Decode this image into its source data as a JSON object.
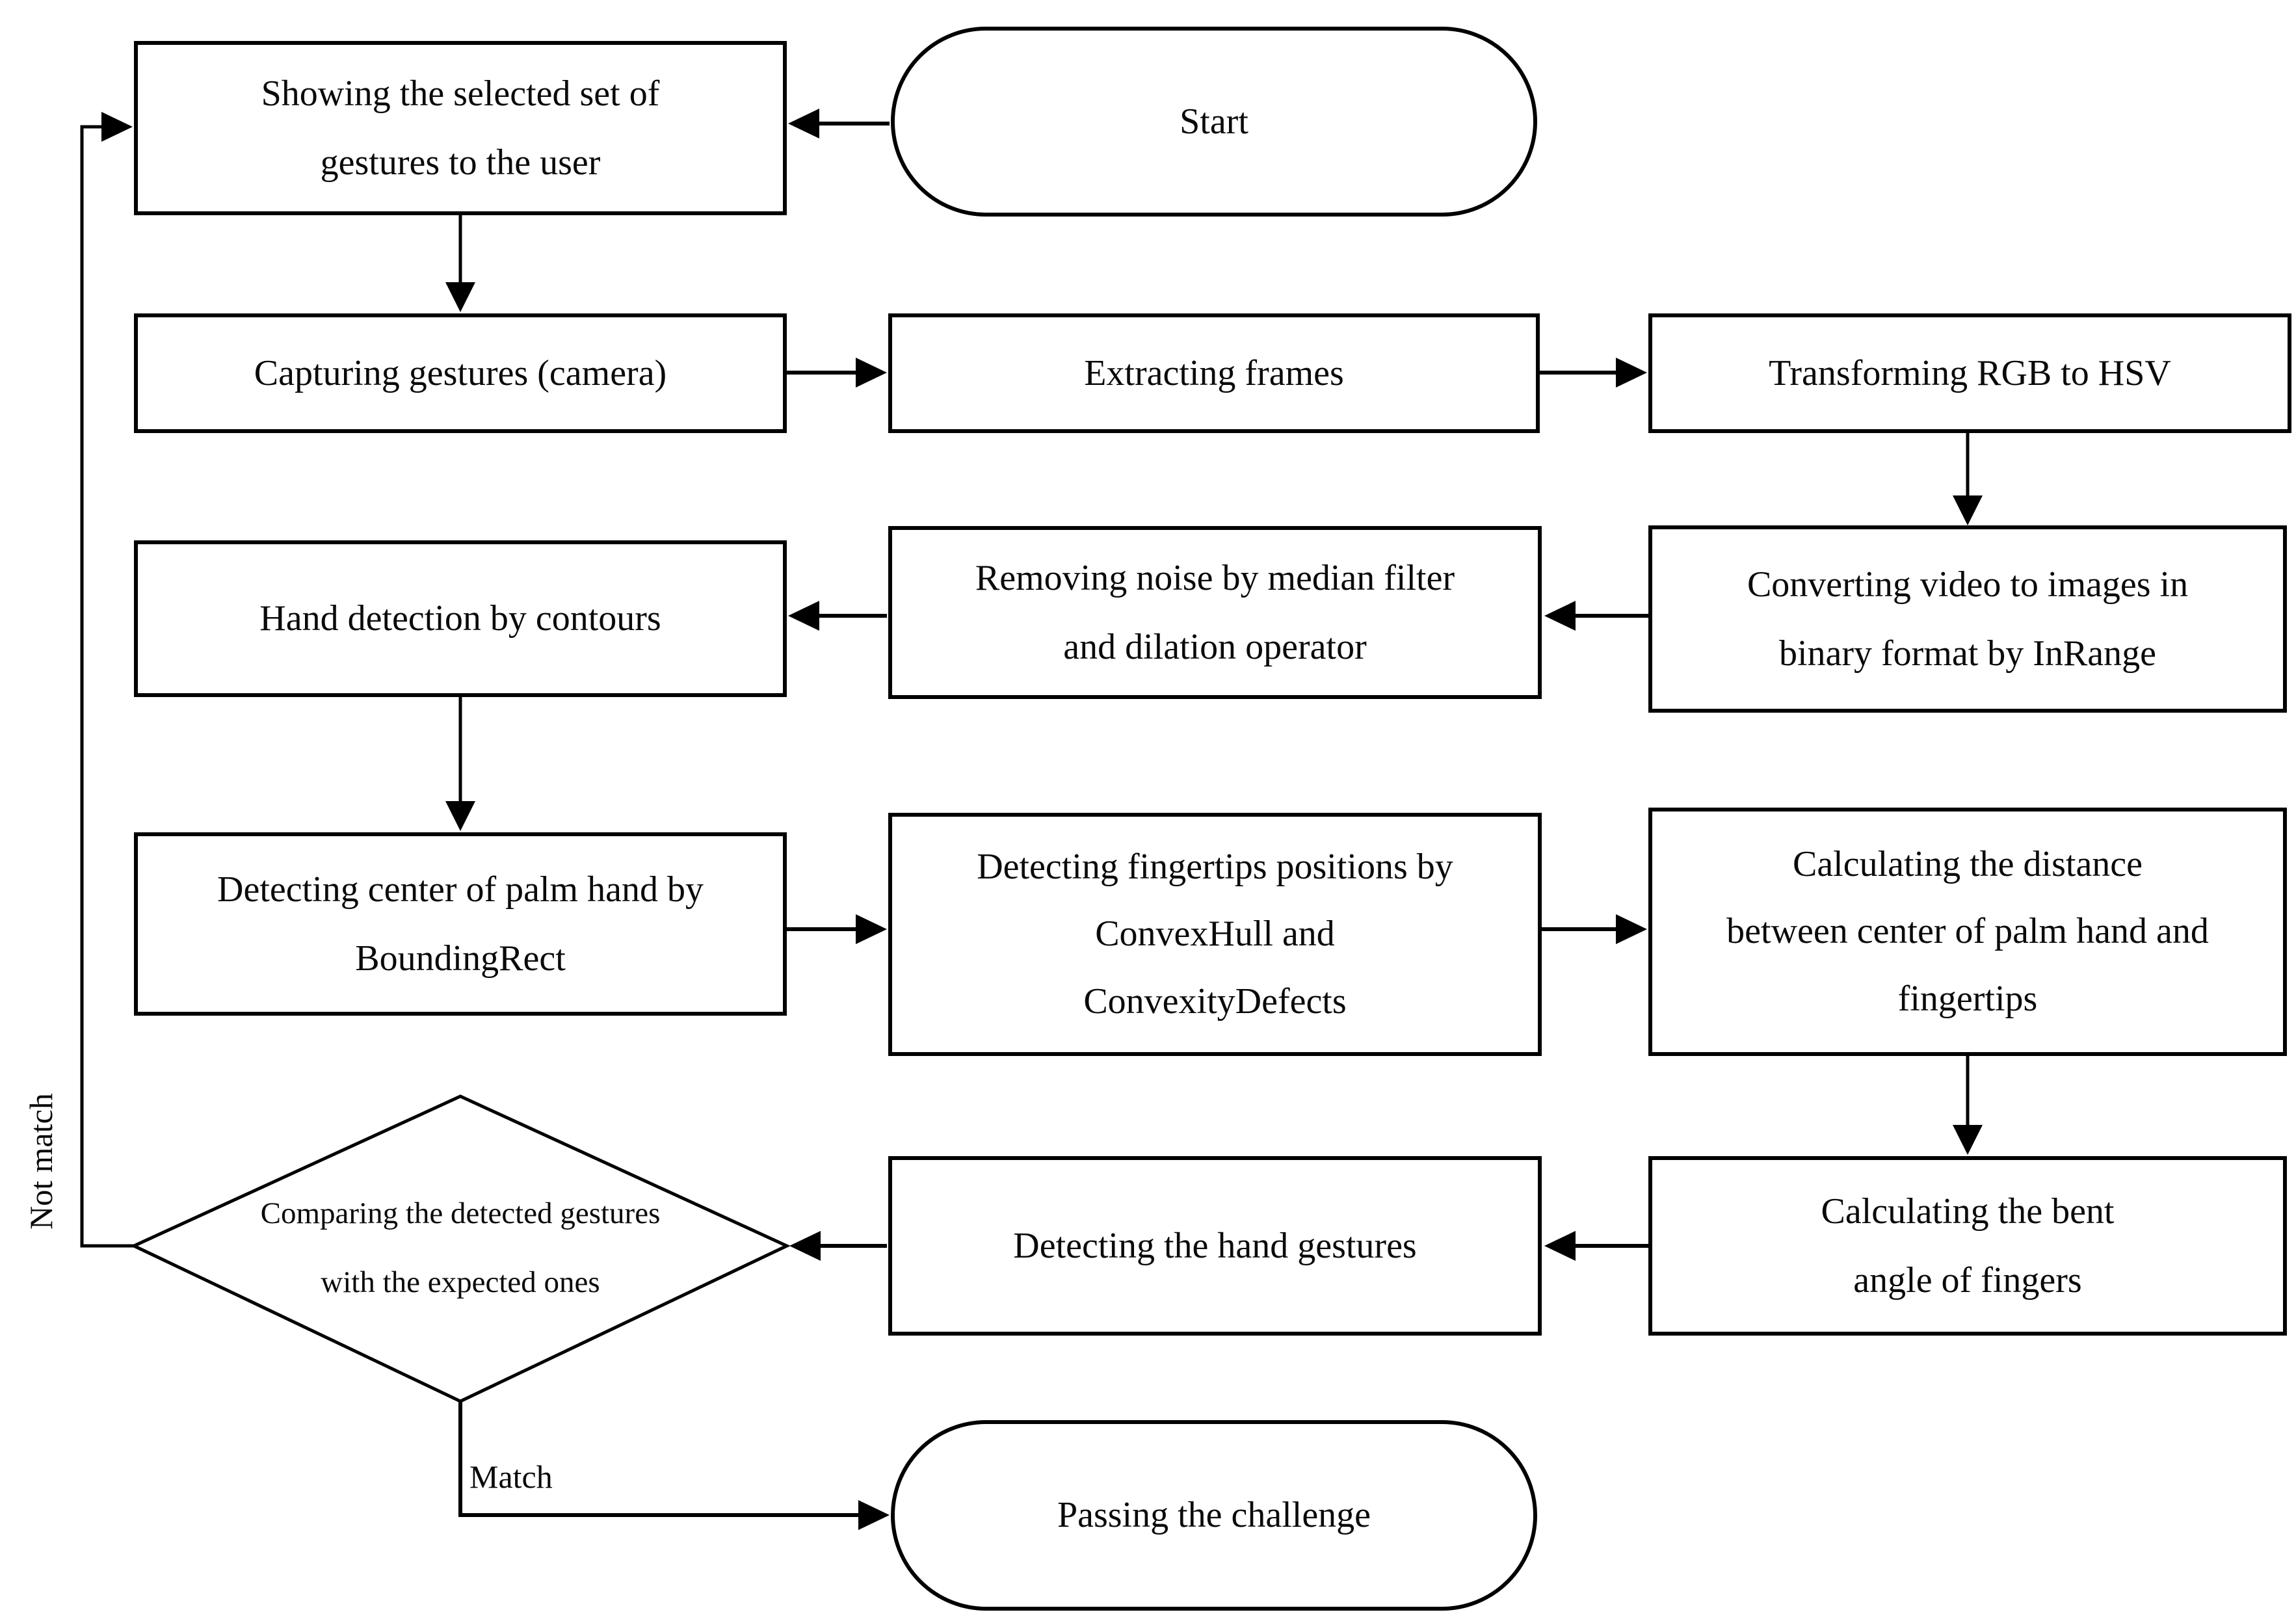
{
  "figure": {
    "type": "flowchart",
    "background_color": "#ffffff",
    "line_color": "#000000",
    "text_color": "#0a0a0a"
  },
  "nodes": {
    "start": {
      "shape": "terminator",
      "label": "Start"
    },
    "showing": {
      "shape": "process",
      "lines": [
        "Showing the selected set of",
        "gestures to the user"
      ]
    },
    "capturing": {
      "shape": "process",
      "lines": [
        "Capturing gestures (camera)"
      ]
    },
    "extracting": {
      "shape": "process",
      "lines": [
        "Extracting frames"
      ]
    },
    "transforming": {
      "shape": "process",
      "lines": [
        "Transforming RGB to HSV"
      ]
    },
    "converting": {
      "shape": "process",
      "lines": [
        "Converting video to images in",
        "binary format by InRange"
      ]
    },
    "removing": {
      "shape": "process",
      "lines": [
        "Removing noise by median filter",
        "and dilation operator"
      ]
    },
    "hand_detection": {
      "shape": "process",
      "lines": [
        "Hand detection by contours"
      ]
    },
    "palm_center": {
      "shape": "process",
      "lines": [
        "Detecting center of palm hand by",
        "BoundingRect"
      ]
    },
    "fingertips": {
      "shape": "process",
      "lines": [
        "Detecting fingertips positions by",
        "ConvexHull and",
        "ConvexityDefects"
      ]
    },
    "distance": {
      "shape": "process",
      "lines": [
        "Calculating the distance",
        "between center of palm hand and",
        "fingertips"
      ]
    },
    "bent_angle": {
      "shape": "process",
      "lines": [
        "Calculating the bent",
        "angle of fingers"
      ]
    },
    "detecting_gestures": {
      "shape": "process",
      "lines": [
        "Detecting the hand gestures"
      ]
    },
    "comparing": {
      "shape": "decision",
      "lines": [
        "Comparing the detected gestures",
        "with the expected ones"
      ]
    },
    "passing": {
      "shape": "terminator",
      "label": "Passing the challenge"
    }
  },
  "edge_labels": {
    "not_match": "Not match",
    "match": "Match"
  }
}
